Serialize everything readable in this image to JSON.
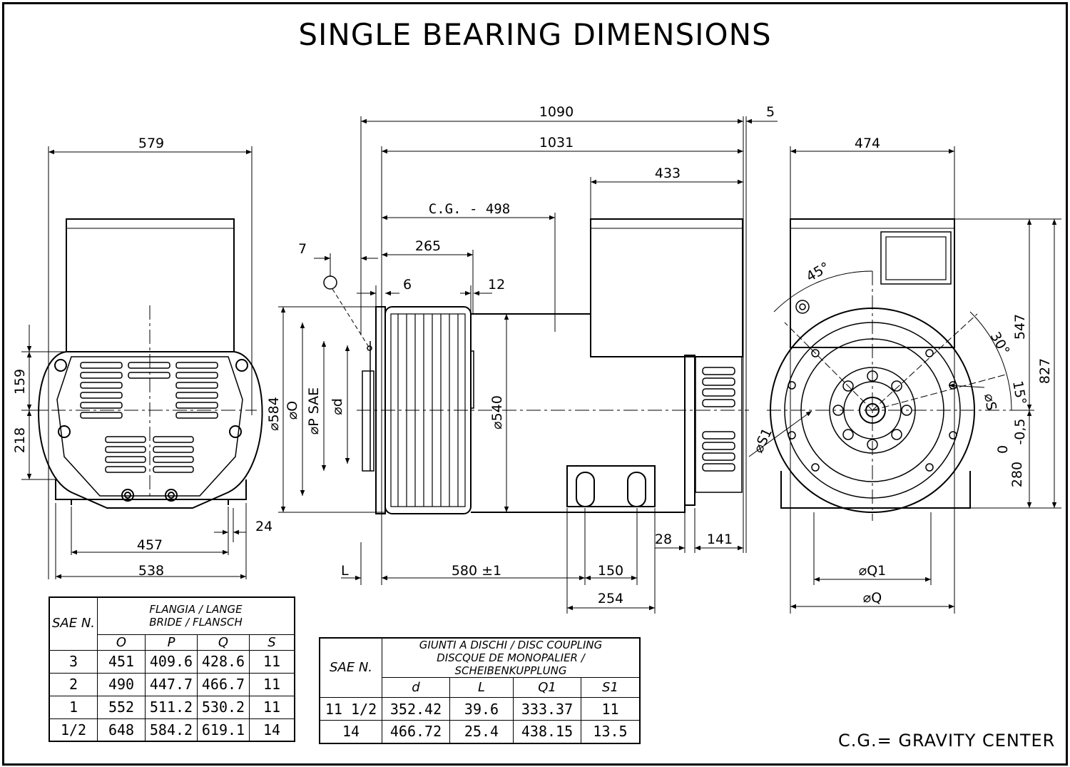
{
  "title": "SINGLE BEARING DIMENSIONS",
  "footnote": "C.G.= GRAVITY CENTER",
  "front_view": {
    "overall_width": "579",
    "base_width": "538",
    "foot_spacing": "457",
    "foot_width": "24",
    "upper_height": "159",
    "lower_height": "218"
  },
  "side_view": {
    "total_length": "1090",
    "end_offset": "5",
    "body_length": "1031",
    "terminal_box_length": "433",
    "cg": "C.G. - 498",
    "fan_length": "265",
    "adaptor_offset": "7",
    "flange_thk": "6",
    "plate": "12",
    "flange_dia": "⌀584",
    "dia_o": "⌀O",
    "dia_p": "⌀P  SAE",
    "dia_d": "⌀d",
    "housing_dia": "⌀540",
    "l_label": "L",
    "foot_spacing": "580 ±1",
    "foot_width": "150",
    "foot_total": "254",
    "rear_offset": "28",
    "rear_length": "141"
  },
  "end_view": {
    "width": "474",
    "angle_45": "45°",
    "angle_30": "30°",
    "angle_15": "15°",
    "dia_s": "⌀S",
    "dia_s1": "⌀S1",
    "height_box": "547",
    "total_height": "827",
    "shaft_height": "280",
    "tol_upper": "0",
    "tol_lower": "-0,5",
    "dia_q1": "⌀Q1",
    "dia_q": "⌀Q"
  },
  "flange_table": {
    "sae_header": "SAE N.",
    "group_header_1": "FLANGIA  /  LANGE",
    "group_header_2": "BRIDE  /  FLANSCH",
    "columns": [
      "O",
      "P",
      "Q",
      "S"
    ],
    "rows": [
      [
        "3",
        "451",
        "409.6",
        "428.6",
        "11"
      ],
      [
        "2",
        "490",
        "447.7",
        "466.7",
        "11"
      ],
      [
        "1",
        "552",
        "511.2",
        "530.2",
        "11"
      ],
      [
        "1/2",
        "648",
        "584.2",
        "619.1",
        "14"
      ]
    ]
  },
  "coupling_table": {
    "sae_header": "SAE N.",
    "group_header_1": "GIUNTI  A  DISCHI  /  DISC  COUPLING",
    "group_header_2": "DISCQUE  DE  MONOPALIER  /  SCHEIBENKUPPLUNG",
    "columns": [
      "d",
      "L",
      "Q1",
      "S1"
    ],
    "rows": [
      [
        "11  1/2",
        "352.42",
        "39.6",
        "333.37",
        "11"
      ],
      [
        "14",
        "466.72",
        "25.4",
        "438.15",
        "13.5"
      ]
    ]
  }
}
